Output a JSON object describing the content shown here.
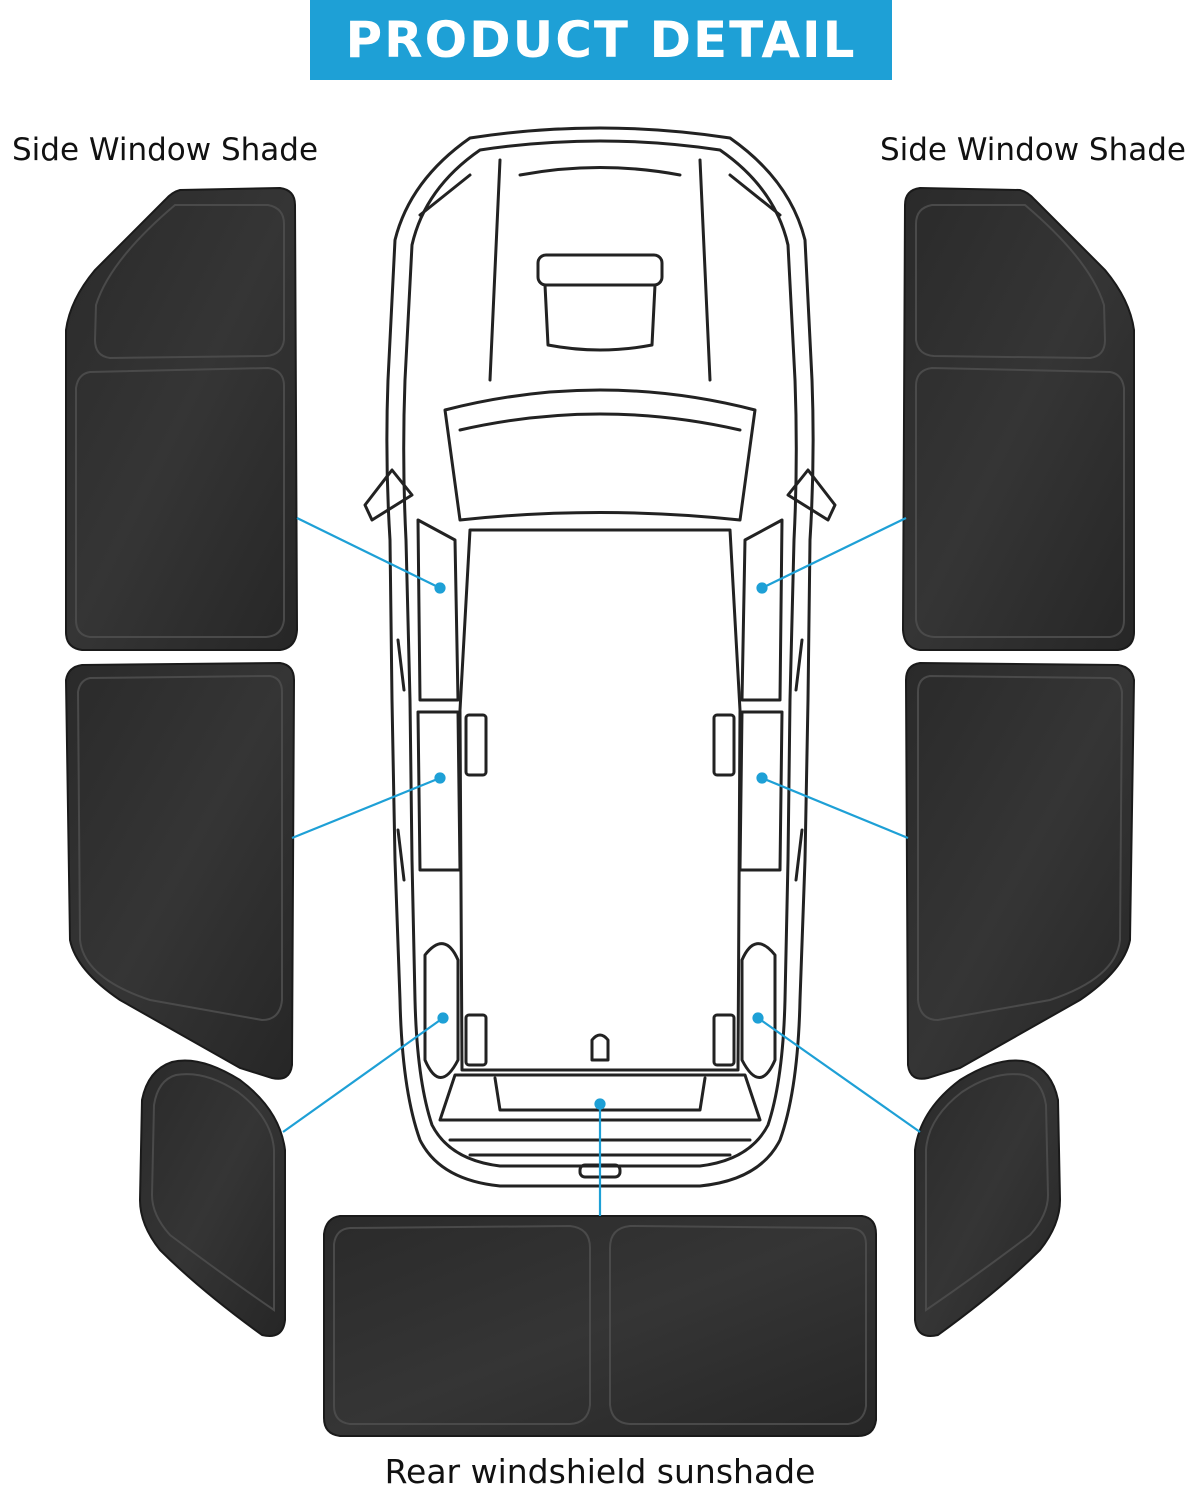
{
  "banner": {
    "title": "PRODUCT DETAIL",
    "color": "#1ea0d6"
  },
  "labels": {
    "left_side": "Side Window Shade",
    "right_side": "Side Window Shade",
    "rear": "Rear windshield sunshade"
  },
  "colors": {
    "shade_fill": "#333333",
    "shade_edge": "#1a1a1a",
    "leader_line": "#1ea0d6",
    "car_outline": "#222222"
  },
  "icons": [
    "car-top-view-icon"
  ]
}
